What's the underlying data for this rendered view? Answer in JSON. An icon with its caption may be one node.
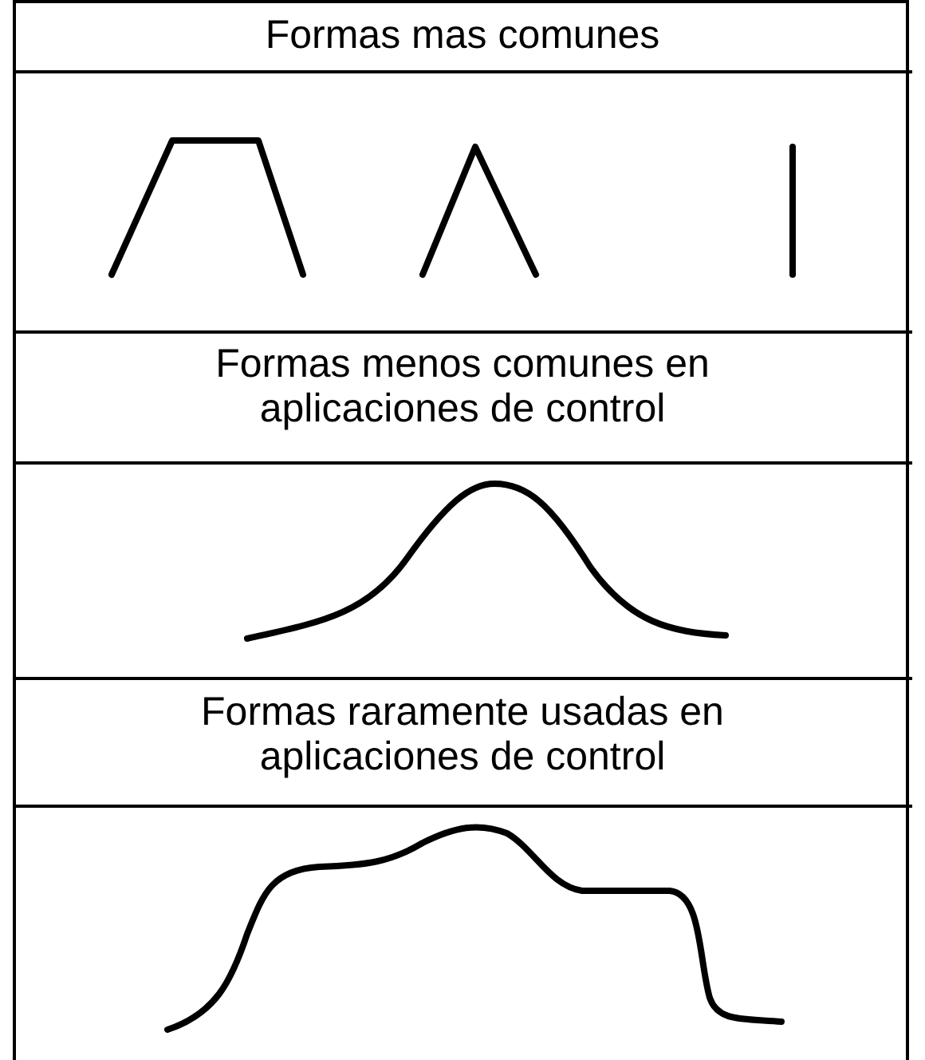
{
  "diagram": {
    "labels": [
      "Formas mas comunes",
      "Formas menos comunes en aplicaciones de control",
      "Formas raramente usadas en aplicaciones de control"
    ]
  }
}
